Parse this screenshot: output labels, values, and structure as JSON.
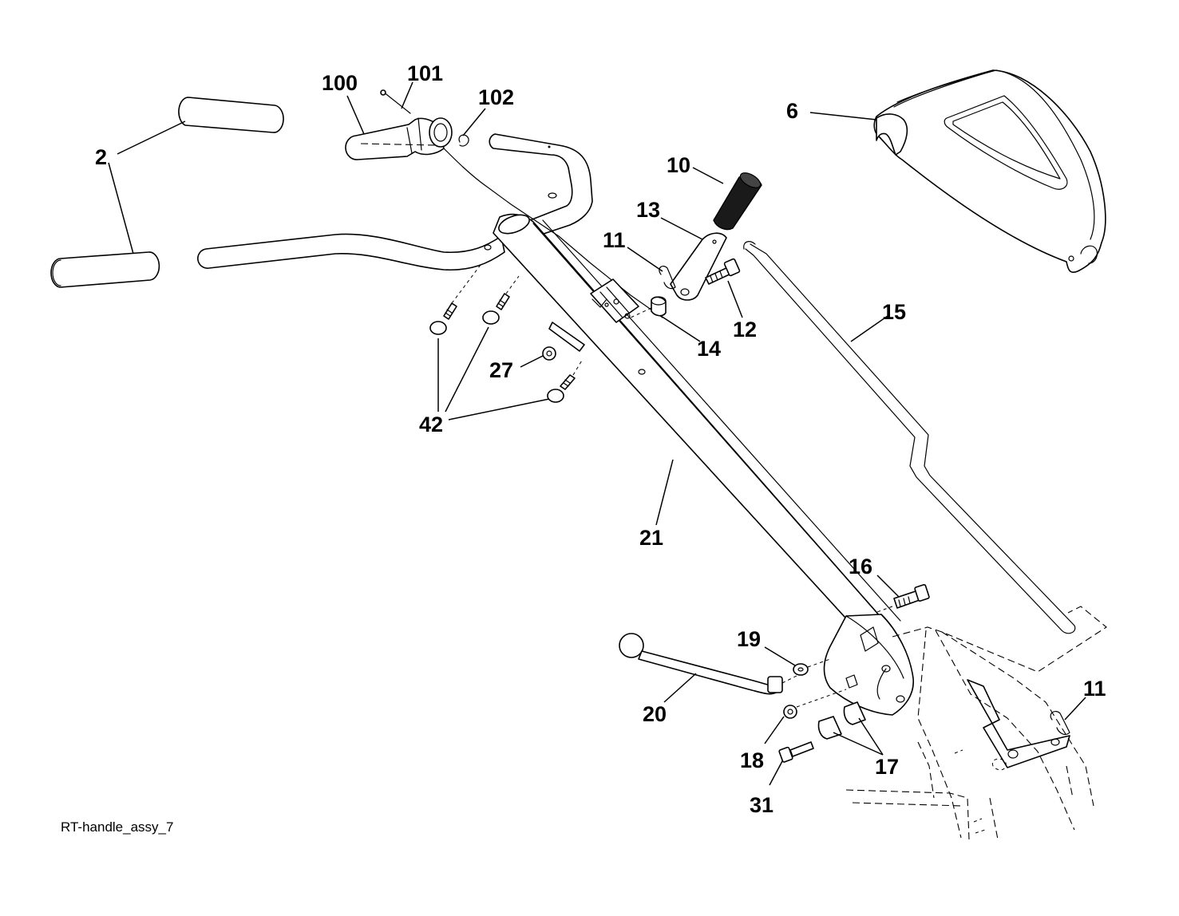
{
  "diagram_title": "RT-handle_assy_7",
  "callouts": {
    "c2a": "2",
    "c100": "100",
    "c101": "101",
    "c102": "102",
    "c6": "6",
    "c10": "10",
    "c13": "13",
    "c11a": "11",
    "c12": "12",
    "c14": "14",
    "c15": "15",
    "c27": "27",
    "c42": "42",
    "c21": "21",
    "c16": "16",
    "c19": "19",
    "c20": "20",
    "c18": "18",
    "c17": "17",
    "c31": "31",
    "c11b": "11"
  }
}
